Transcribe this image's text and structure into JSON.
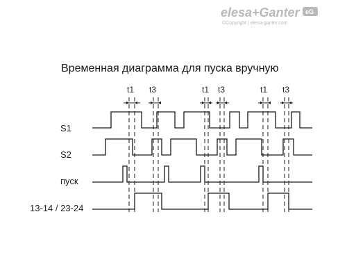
{
  "logo": {
    "brand": "elesa+Ganter",
    "copyright": "©Copyright | elesa-ganter.com",
    "badge": "eG"
  },
  "title": "Временная диаграмма для пуска вручную",
  "timing_labels": [
    "t1",
    "t3",
    "t1",
    "t3",
    "t1",
    "t3"
  ],
  "signals": [
    {
      "label": "S1"
    },
    {
      "label": "S2"
    },
    {
      "label": "пуск"
    },
    {
      "label": "13-14 / 23-24"
    }
  ]
}
